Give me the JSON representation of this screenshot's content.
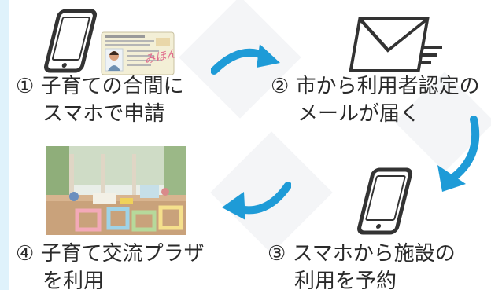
{
  "steps": [
    {
      "number": "①",
      "line1": "子育ての合間に",
      "line2": "スマホで申請"
    },
    {
      "number": "②",
      "line1": "市から利用者認定の",
      "line2": "メールが届く"
    },
    {
      "number": "③",
      "line1": "スマホから施設の",
      "line2": "利用を予約"
    },
    {
      "number": "④",
      "line1": "子育て交流プラザ",
      "line2": "を利用"
    }
  ],
  "license_card": {
    "stamp_text": "みほん"
  },
  "colors": {
    "arrow": "#1e9bd7",
    "icon": "#333333",
    "background_strip": "#dff2fb",
    "diamond": "#f3f4f6"
  },
  "icons": {
    "phone": "smartphone-icon",
    "envelope": "mail-icon",
    "arrow": "curved-arrow-icon"
  }
}
